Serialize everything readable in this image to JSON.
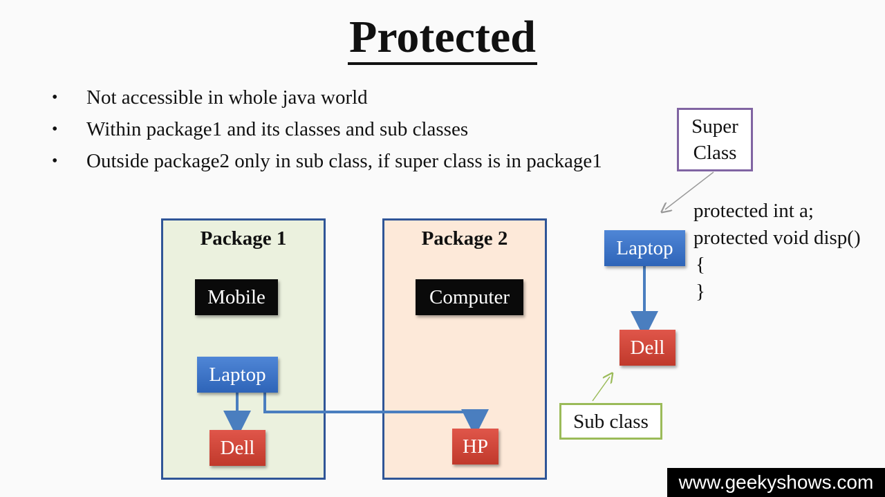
{
  "slide": {
    "title": "Protected",
    "bullets": [
      "Not accessible in whole java world",
      "Within package1 and its classes and sub classes",
      "Outside package2 only in sub class, if super class is in package1"
    ]
  },
  "package1": {
    "title": "Package 1",
    "boxes": {
      "mobile": "Mobile",
      "laptop": "Laptop",
      "dell": "Dell"
    }
  },
  "package2": {
    "title": "Package 2",
    "boxes": {
      "computer": "Computer",
      "hp": "HP"
    }
  },
  "inheritance": {
    "super_label": "Super Class",
    "laptop": "Laptop",
    "dell": "Dell",
    "sub_label": "Sub class",
    "code_lines": [
      "protected int a;",
      "protected void disp()",
      "{",
      "}"
    ]
  },
  "watermark": "www.geekyshows.com",
  "colors": {
    "package_border": "#2f5597",
    "package1_fill": "#ebf1de",
    "package2_fill": "#fde9d9",
    "blue_box": "#3a72c4",
    "red_box": "#c0392b",
    "super_border": "#8064a2",
    "sub_border": "#9bbb59",
    "arrow": "#4a7ebf"
  }
}
